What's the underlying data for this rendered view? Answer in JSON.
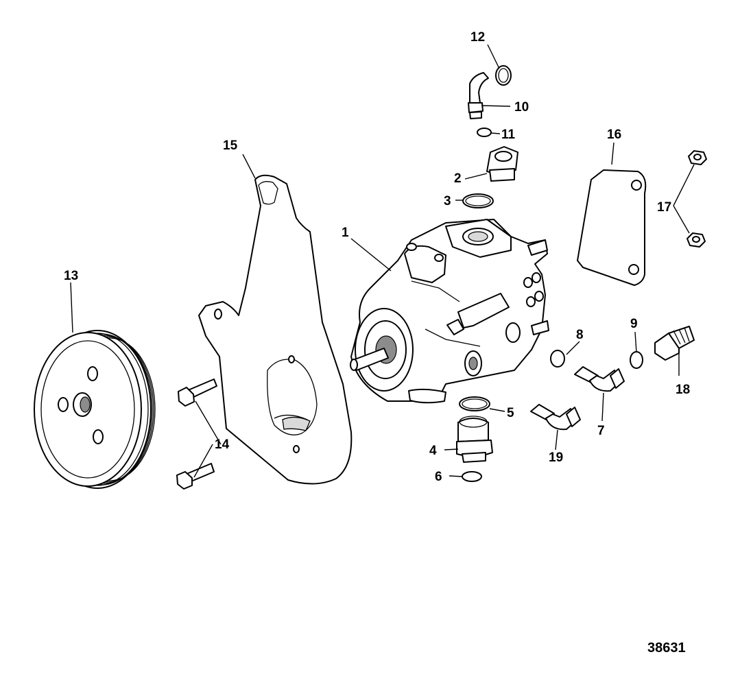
{
  "figure_number": "38631",
  "callouts": {
    "c1": "1",
    "c2": "2",
    "c3": "3",
    "c4": "4",
    "c5": "5",
    "c6": "6",
    "c7": "7",
    "c8": "8",
    "c9": "9",
    "c10": "10",
    "c11": "11",
    "c12": "12",
    "c13": "13",
    "c14": "14",
    "c15": "15",
    "c16": "16",
    "c17": "17",
    "c18": "18",
    "c19": "19"
  }
}
